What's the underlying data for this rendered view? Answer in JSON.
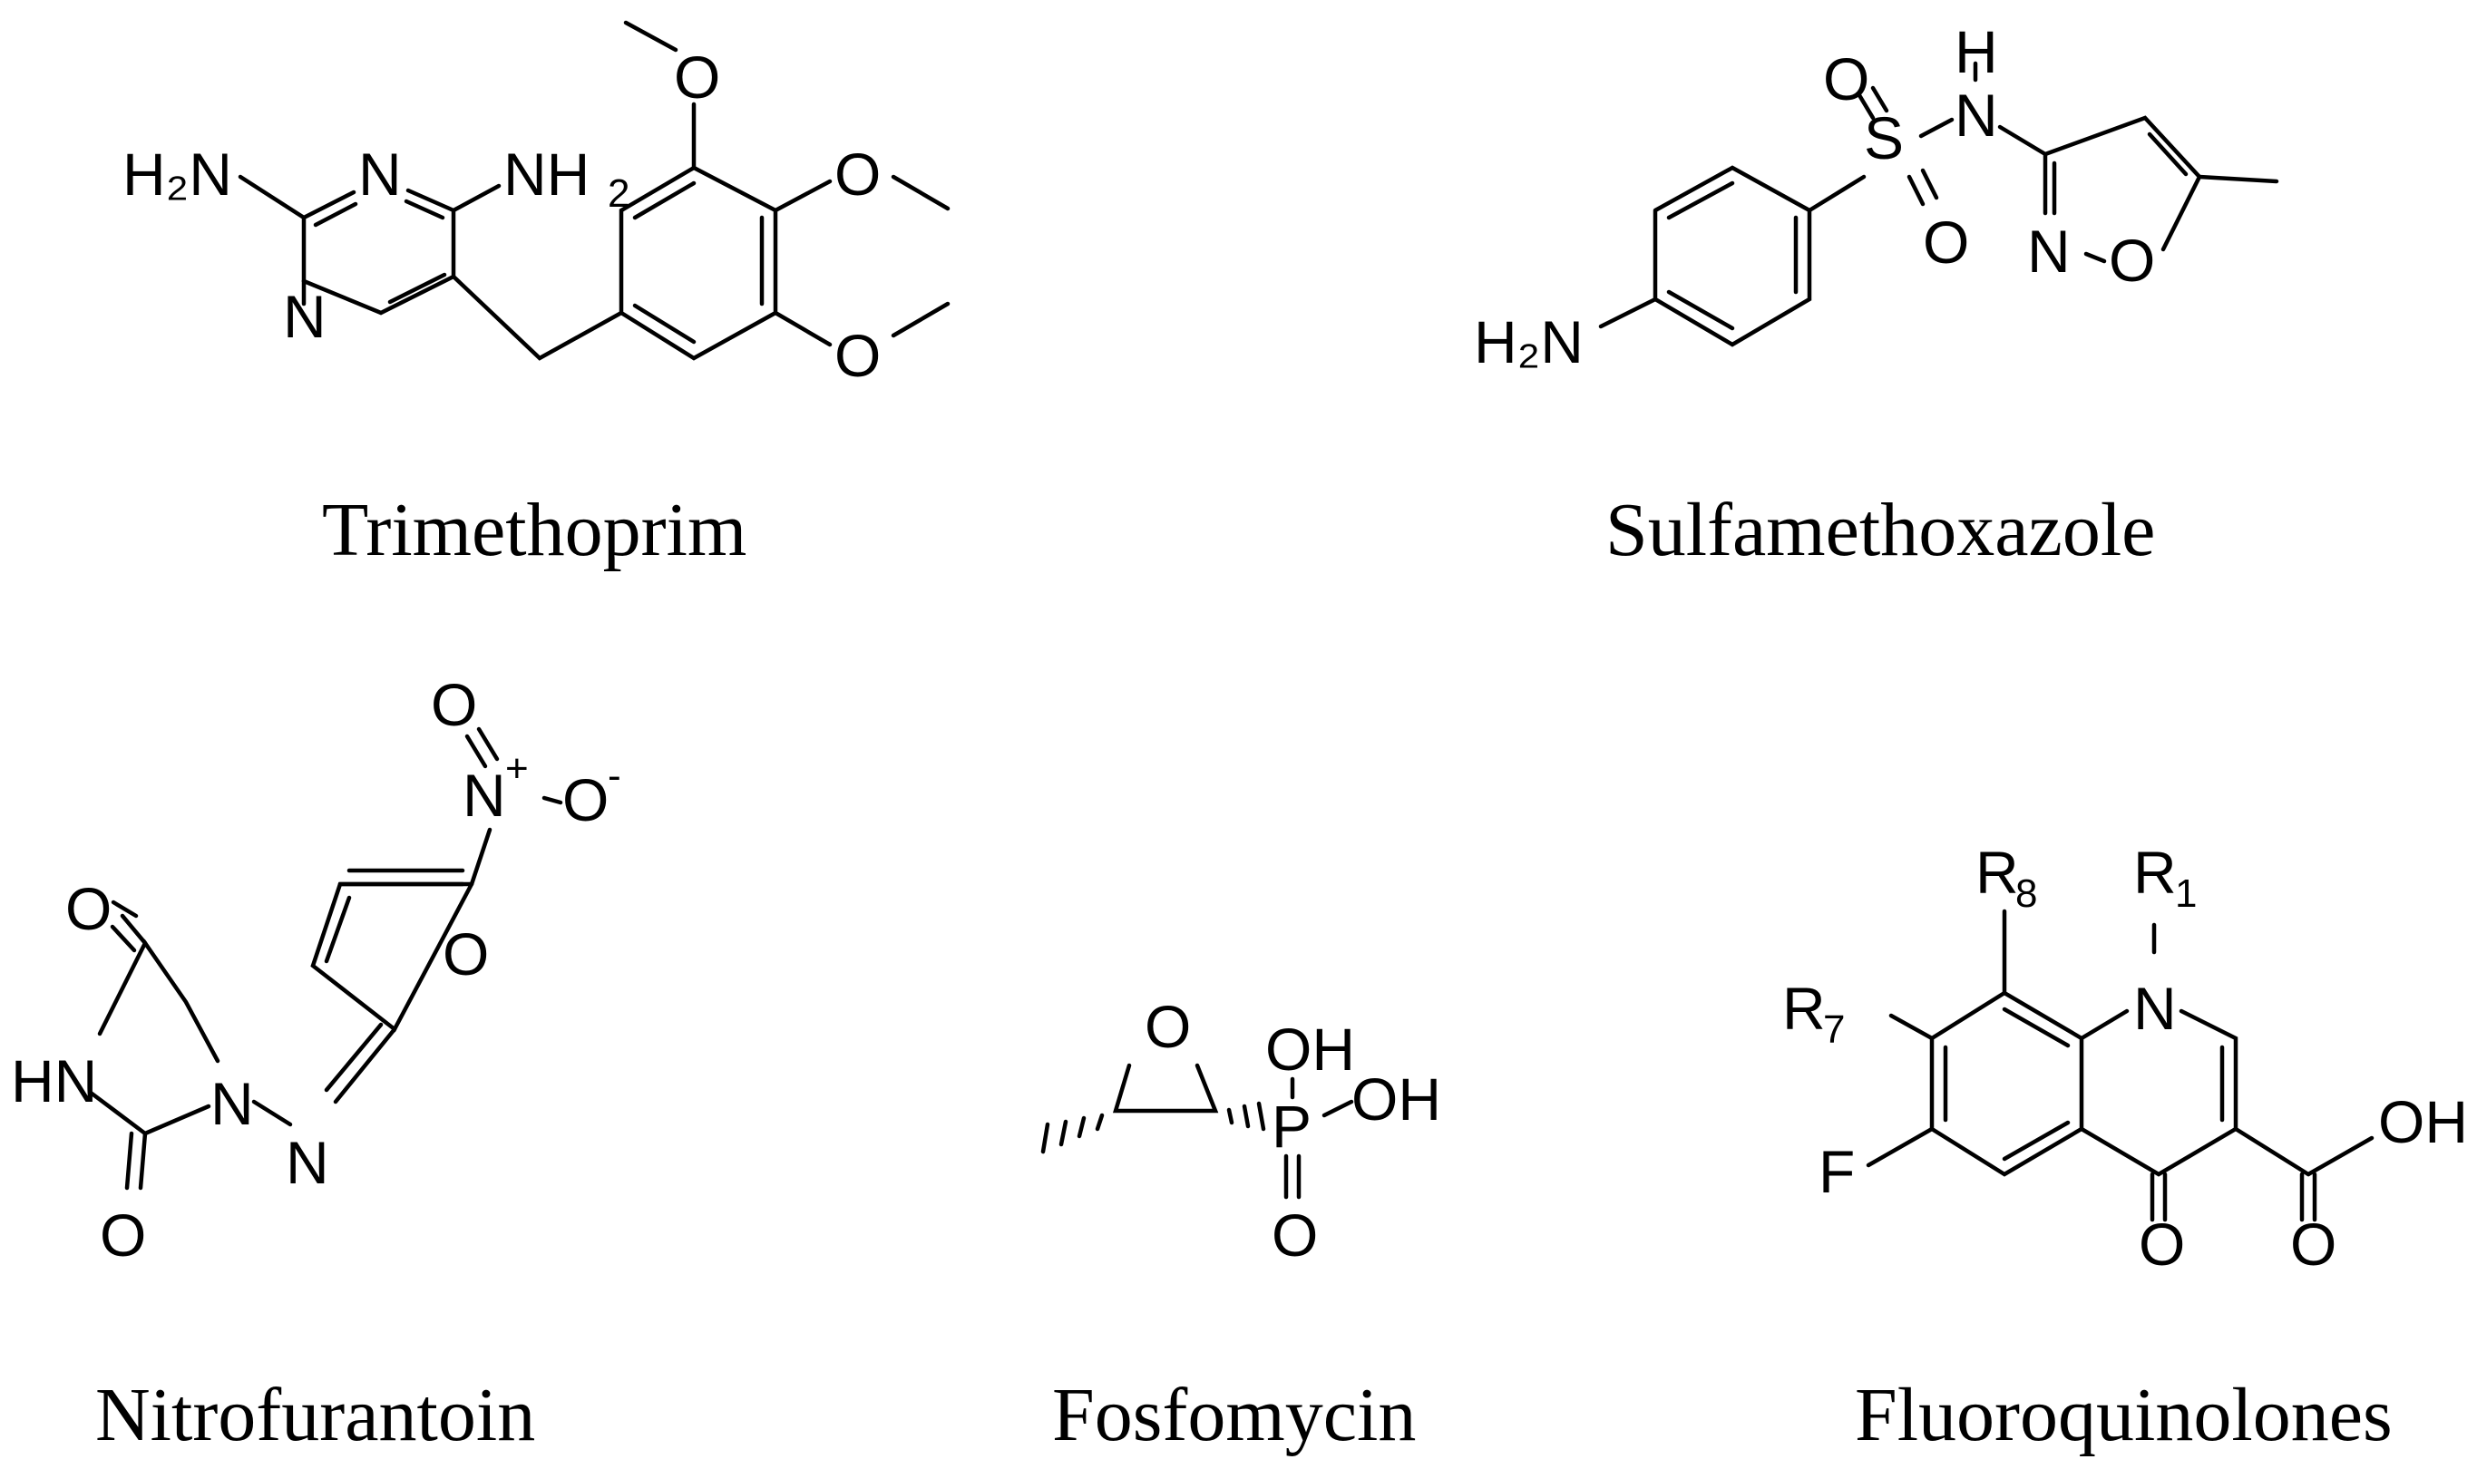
{
  "figure": {
    "compounds": [
      {
        "name": "Trimethoprim",
        "atoms": {
          "h2n_left": "H₂N",
          "n_ring_top": "N",
          "nh2": "NH",
          "nh2_sub": "2",
          "n_ring_left": "N",
          "o1": "O",
          "o2": "O",
          "o3": "O"
        }
      },
      {
        "name": "Sulfamethoxazole",
        "atoms": {
          "o_top": "O",
          "s": "S",
          "o_bottom": "O",
          "h": "H",
          "nh_n": "N",
          "ring_n": "N",
          "ring_o": "O",
          "h2n": "H₂N"
        }
      },
      {
        "name": "Nitrofurantoin",
        "atoms": {
          "nitro_o_top": "O",
          "nitro_n": "N",
          "nitro_plus": "+",
          "nitro_o_minus": "O",
          "minus": "-",
          "furan_o": "O",
          "carbonyl_o_top": "O",
          "hn": "HN",
          "n1": "N",
          "n2": "N",
          "carbonyl_o_bottom": "O"
        }
      },
      {
        "name": "Fosfomycin",
        "atoms": {
          "epoxide_o": "O",
          "oh1": "OH",
          "oh2": "OH",
          "p": "P",
          "o_double": "O"
        }
      },
      {
        "name": "Fluoroquinolones",
        "atoms": {
          "r8": "R",
          "r8_sub": "8",
          "r1": "R",
          "r1_sub": "1",
          "r7": "R",
          "r7_sub": "7",
          "n": "N",
          "f": "F",
          "o_keto": "O",
          "o_acid": "O",
          "oh": "OH"
        }
      }
    ]
  }
}
